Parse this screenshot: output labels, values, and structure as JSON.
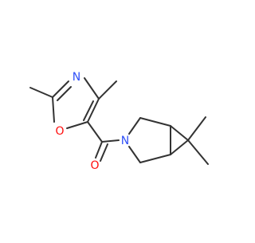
{
  "molecule": {
    "atom_labels": {
      "nitrogen_ring": "N",
      "oxygen_ring": "O",
      "carbonyl_oxygen": "O",
      "amine_nitrogen": "N"
    },
    "colors": {
      "bond": "#333333",
      "nitrogen": "#3050f8",
      "oxygen": "#ff0d0d",
      "background": "#ffffff"
    }
  }
}
